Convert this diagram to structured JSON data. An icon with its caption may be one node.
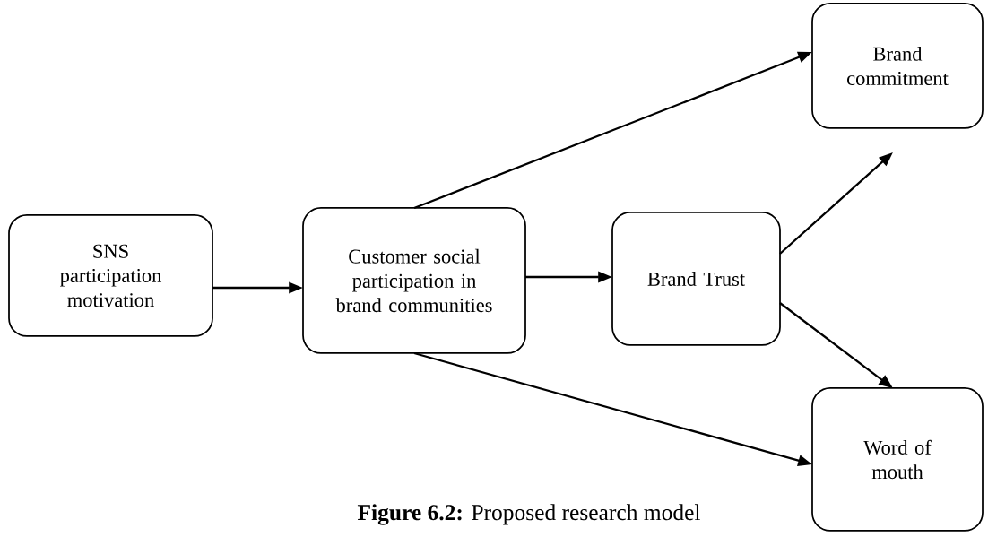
{
  "diagram": {
    "caption": "**Figure 6.2:** Proposed research model",
    "nodes": [
      {
        "text": [
          "SNS participation motivation"
        ]
      },
      {
        "text": [
          "Customer social participation in brand communities"
        ]
      },
      {
        "text": [
          "Brand Trust"
        ]
      },
      {
        "text": [
          "Brand commitment"
        ]
      },
      {
        "text": [
          "Word of mouth"
        ]
      }
    ],
    "edges": [
      {
        "from": 0,
        "to": 1,
        "arrow": "to"
      },
      {
        "from": 1,
        "to": 2,
        "arrow": "to"
      },
      {
        "from": 1,
        "to": 3,
        "arrow": "to"
      },
      {
        "from": 2,
        "to": 3,
        "arrow": "to"
      },
      {
        "from": 2,
        "to": 4,
        "arrow": "to"
      },
      {
        "from": 1,
        "to": 4,
        "arrow": "to"
      }
    ]
  }
}
